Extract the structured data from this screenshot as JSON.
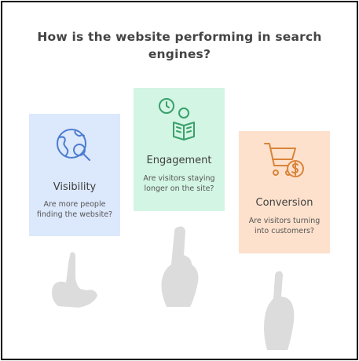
{
  "title": "How is the website performing in search engines?",
  "cards": [
    {
      "title": "Visibility",
      "description": "Are more people finding the website?",
      "icon": "globe-search-icon",
      "color": "#dce8fb",
      "icon_color": "#4c7dd1"
    },
    {
      "title": "Engagement",
      "description": "Are visitors staying longer on the site?",
      "icon": "clock-reader-icon",
      "color": "#d3f5e4",
      "icon_color": "#3aa06a"
    },
    {
      "title": "Conversion",
      "description": "Are visitors turning into customers?",
      "icon": "cart-dollar-icon",
      "color": "#fde1cc",
      "icon_color": "#d9843a"
    }
  ]
}
